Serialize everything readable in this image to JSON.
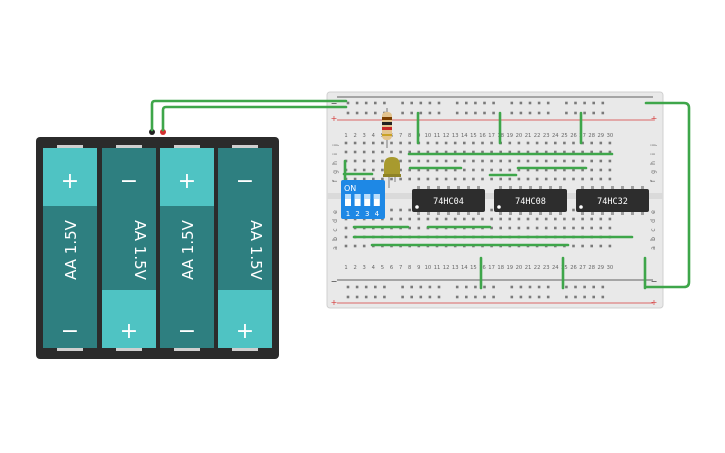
{
  "battery_pack": {
    "cells": [
      {
        "label": "AA 1.5V",
        "top_sign": "+",
        "bottom_sign": "−"
      },
      {
        "label": "AA 1.5V",
        "top_sign": "−",
        "bottom_sign": "+"
      },
      {
        "label": "AA 1.5V",
        "top_sign": "+",
        "bottom_sign": "−"
      },
      {
        "label": "AA 1.5V",
        "top_sign": "−",
        "bottom_sign": "+"
      }
    ],
    "colors": {
      "case": "#2b2b2b",
      "cell": "#2e7f80",
      "cap": "#4fc3c3"
    }
  },
  "breadboard": {
    "columns": 30,
    "rows_top": [
      "j",
      "i",
      "h",
      "g",
      "f"
    ],
    "rows_bottom": [
      "e",
      "d",
      "c",
      "b",
      "a"
    ],
    "rail_minus": "−",
    "rail_plus": "+",
    "colors": {
      "board": "#e9e9e9",
      "hole": "#7a7a7a",
      "rail_red": "#d63a3a",
      "rail_black": "#333333",
      "wire": "#3ea64a"
    }
  },
  "dip_switch": {
    "label": "ON",
    "positions": [
      "1",
      "2",
      "3",
      "4"
    ],
    "color": "#1e88e5"
  },
  "chips": [
    {
      "label": "74HC04"
    },
    {
      "label": "74HC08"
    },
    {
      "label": "74HC32"
    }
  ]
}
